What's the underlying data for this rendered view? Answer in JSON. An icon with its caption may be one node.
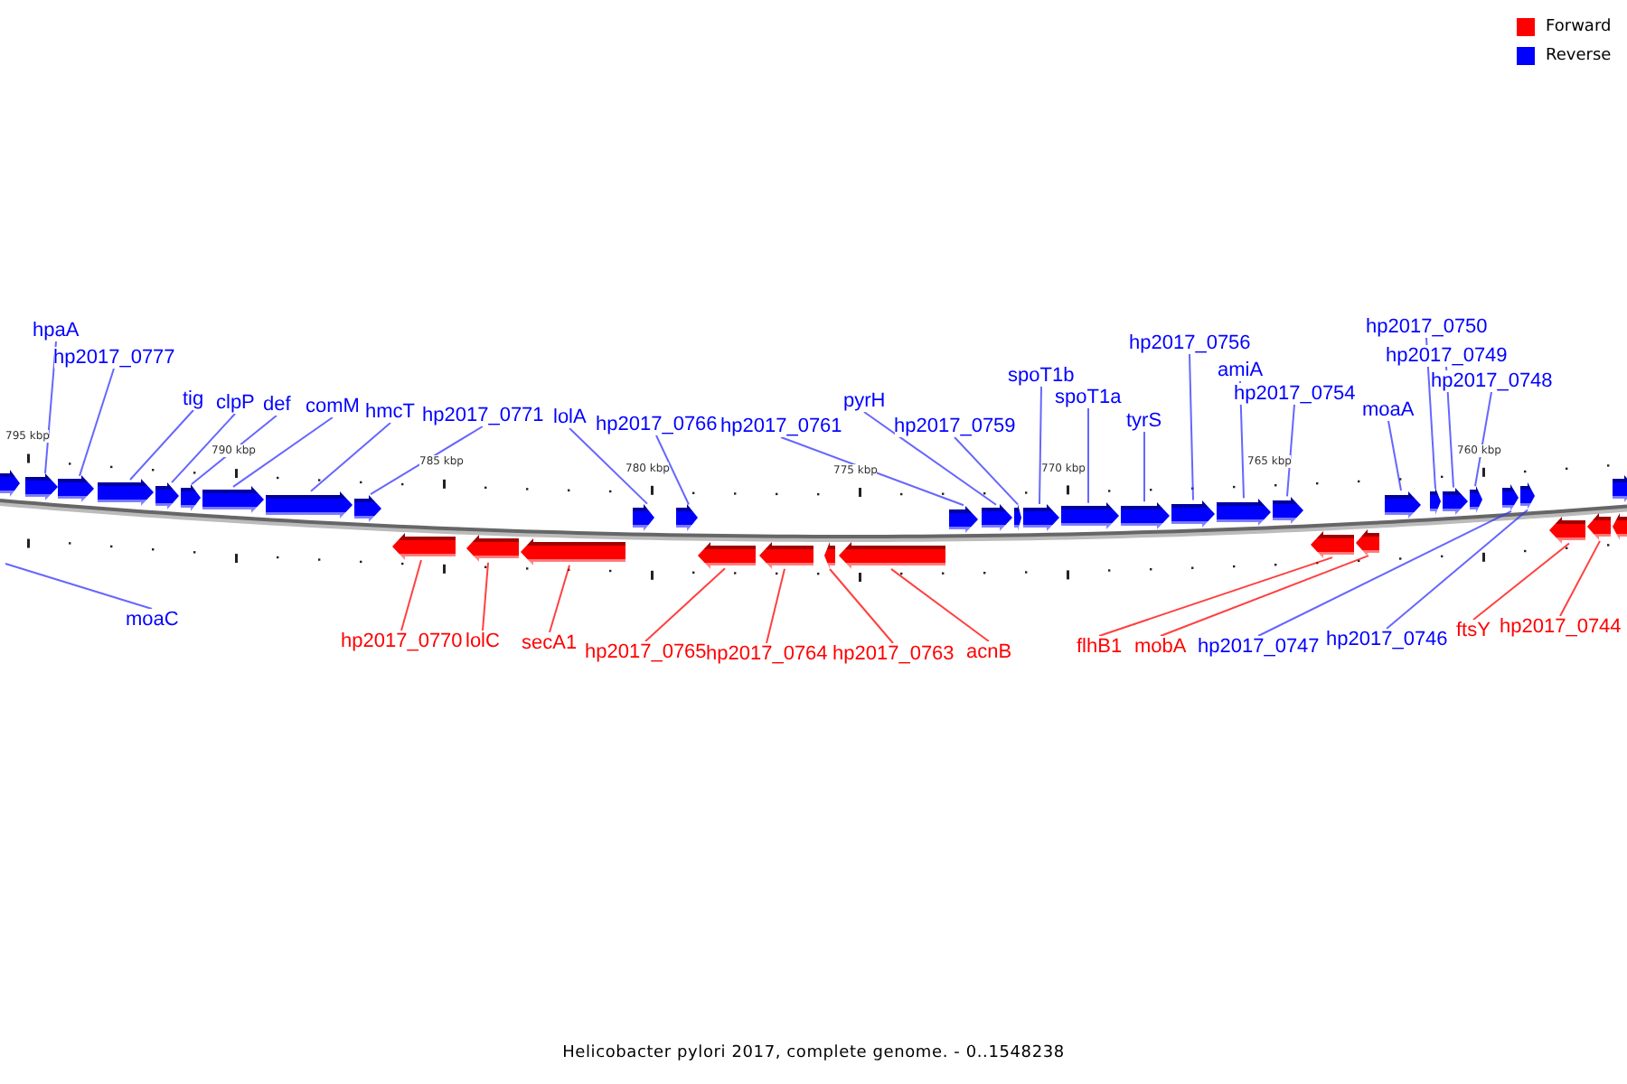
{
  "diagram": {
    "caption": "Helicobacter pylori 2017, complete genome. - 0..1548238",
    "nodes": [
      {
        "text": [
          "hpaA"
        ]
      },
      {
        "text": [
          "hp2017_0777"
        ]
      },
      {
        "text": [
          "tig"
        ]
      },
      {
        "text": [
          "clpP"
        ]
      },
      {
        "text": [
          "def"
        ]
      },
      {
        "text": [
          "comM"
        ]
      },
      {
        "text": [
          "hmcT"
        ]
      },
      {
        "text": [
          "hp2017_0771"
        ]
      },
      {
        "text": [
          "lolA"
        ]
      },
      {
        "text": [
          "hp2017_0766"
        ]
      },
      {
        "text": [
          "hp2017_0761"
        ]
      },
      {
        "text": [
          "pyrH"
        ]
      },
      {
        "text": [
          "hp2017_0759"
        ]
      },
      {
        "text": [
          "spoT1b"
        ]
      },
      {
        "text": [
          "spoT1a"
        ]
      },
      {
        "text": [
          "tyrS"
        ]
      },
      {
        "text": [
          "hp2017_0756"
        ]
      },
      {
        "text": [
          "amiA"
        ]
      },
      {
        "text": [
          "hp2017_0754"
        ]
      },
      {
        "text": [
          "moaA"
        ]
      },
      {
        "text": [
          "hp2017_0750"
        ]
      },
      {
        "text": [
          "hp2017_0749"
        ]
      },
      {
        "text": [
          "hp2017_0748"
        ]
      },
      {
        "text": [
          "moaC"
        ]
      },
      {
        "text": [
          "hp2017_0770"
        ]
      },
      {
        "text": [
          "lolC"
        ]
      },
      {
        "text": [
          "secA1"
        ]
      },
      {
        "text": [
          "hp2017_0765"
        ]
      },
      {
        "text": [
          "hp2017_0764"
        ]
      },
      {
        "text": [
          "hp2017_0763"
        ]
      },
      {
        "text": [
          "acnB"
        ]
      },
      {
        "text": [
          "flhB1"
        ]
      },
      {
        "text": [
          "mobA"
        ]
      },
      {
        "text": [
          "hp2017_0747"
        ]
      },
      {
        "text": [
          "hp2017_0746"
        ]
      },
      {
        "text": [
          "ftsY"
        ]
      },
      {
        "text": [
          "hp2017_0744"
        ]
      },
      {
        "text": [],
        "shape": "arrow"
      },
      {
        "text": [],
        "shape": "arrow"
      },
      {
        "text": [],
        "shape": "arrow"
      },
      {
        "text": [],
        "shape": "arrow"
      },
      {
        "text": [],
        "shape": "arrow"
      },
      {
        "text": [],
        "shape": "arrow"
      },
      {
        "text": [],
        "shape": "arrow"
      },
      {
        "text": [],
        "shape": "arrow"
      },
      {
        "text": [],
        "shape": "arrow"
      },
      {
        "text": [],
        "shape": "arrow"
      },
      {
        "text": [],
        "shape": "arrow"
      },
      {
        "text": [],
        "shape": "arrow"
      },
      {
        "text": [],
        "shape": "arrow"
      },
      {
        "text": [],
        "shape": "arrow"
      },
      {
        "text": [],
        "shape": "arrow"
      },
      {
        "text": [],
        "shape": "arrow"
      },
      {
        "text": [],
        "shape": "arrow"
      },
      {
        "text": [],
        "shape": "arrow"
      },
      {
        "text": [],
        "shape": "arrow"
      },
      {
        "text": [],
        "shape": "arrow"
      },
      {
        "text": [],
        "shape": "arrow"
      },
      {
        "text": [],
        "shape": "arrow"
      },
      {
        "text": [],
        "shape": "arrow"
      },
      {
        "text": [],
        "shape": "arrow"
      },
      {
        "text": [],
        "shape": "arrow"
      },
      {
        "text": [],
        "shape": "arrow"
      },
      {
        "text": [],
        "shape": "arrow"
      },
      {
        "text": [],
        "shape": "arrow"
      },
      {
        "text": [],
        "shape": "arrow"
      },
      {
        "text": [],
        "shape": "arrow"
      },
      {
        "text": [],
        "shape": "arrow"
      },
      {
        "text": [],
        "shape": "arrow"
      },
      {
        "text": [],
        "shape": "arrow"
      },
      {
        "text": [],
        "shape": "arrow"
      },
      {
        "text": [],
        "shape": "arrow"
      },
      {
        "text": [],
        "shape": "arrow"
      },
      {
        "text": [],
        "shape": "arrow"
      },
      {
        "text": [],
        "shape": "arrow"
      },
      {
        "text": [],
        "shape": "arrow"
      }
    ],
    "edges": [
      {
        "from": 0,
        "to": 38,
        "arrow": "none"
      },
      {
        "from": 1,
        "to": 39,
        "arrow": "none"
      },
      {
        "from": 2,
        "to": 40,
        "arrow": "none"
      },
      {
        "from": 3,
        "to": 41,
        "arrow": "none"
      },
      {
        "from": 4,
        "to": 42,
        "arrow": "none"
      },
      {
        "from": 5,
        "to": 43,
        "arrow": "none"
      },
      {
        "from": 6,
        "to": 44,
        "arrow": "none"
      },
      {
        "from": 7,
        "to": 45,
        "arrow": "none"
      },
      {
        "from": 8,
        "to": 49,
        "arrow": "none"
      },
      {
        "from": 9,
        "to": 50,
        "arrow": "none"
      },
      {
        "from": 10,
        "to": 55,
        "arrow": "none"
      },
      {
        "from": 11,
        "to": 56,
        "arrow": "none"
      },
      {
        "from": 12,
        "to": 57,
        "arrow": "none"
      },
      {
        "from": 13,
        "to": 58,
        "arrow": "none"
      },
      {
        "from": 14,
        "to": 59,
        "arrow": "none"
      },
      {
        "from": 15,
        "to": 60,
        "arrow": "none"
      },
      {
        "from": 16,
        "to": 61,
        "arrow": "none"
      },
      {
        "from": 17,
        "to": 62,
        "arrow": "none"
      },
      {
        "from": 18,
        "to": 63,
        "arrow": "none"
      },
      {
        "from": 19,
        "to": 66,
        "arrow": "none"
      },
      {
        "from": 20,
        "to": 67,
        "arrow": "none"
      },
      {
        "from": 21,
        "to": 68,
        "arrow": "none"
      },
      {
        "from": 22,
        "to": 69,
        "arrow": "none"
      },
      {
        "from": 23,
        "to": null,
        "arrow": "none"
      },
      {
        "from": 24,
        "to": 46,
        "arrow": "none",
        "color": "#ff0000"
      },
      {
        "from": 25,
        "to": 47,
        "arrow": "none",
        "color": "#ff0000"
      },
      {
        "from": 26,
        "to": 48,
        "arrow": "none",
        "color": "#ff0000"
      },
      {
        "from": 27,
        "to": 51,
        "arrow": "none",
        "color": "#ff0000"
      },
      {
        "from": 28,
        "to": 52,
        "arrow": "none",
        "color": "#ff0000"
      },
      {
        "from": 29,
        "to": 53,
        "arrow": "none",
        "color": "#ff0000"
      },
      {
        "from": 30,
        "to": 54,
        "arrow": "none",
        "color": "#ff0000"
      },
      {
        "from": 31,
        "to": 64,
        "arrow": "none",
        "color": "#ff0000"
      },
      {
        "from": 32,
        "to": 65,
        "arrow": "none",
        "color": "#ff0000"
      },
      {
        "from": 33,
        "to": 70,
        "arrow": "none"
      },
      {
        "from": 34,
        "to": 71,
        "arrow": "none"
      },
      {
        "from": 35,
        "to": 72,
        "arrow": "none",
        "color": "#ff0000"
      },
      {
        "from": 36,
        "to": 73,
        "arrow": "none",
        "color": "#ff0000"
      }
    ],
    "labels": [
      "795 kbp",
      "790 kbp",
      "785 kbp",
      "780 kbp",
      "775 kbp",
      "770 kbp",
      "765 kbp",
      "760 kbp"
    ],
    "legend": [
      {
        "text": "Forward",
        "color": "#ff0000"
      },
      {
        "text": "Reverse",
        "color": "#0000ff"
      }
    ]
  }
}
